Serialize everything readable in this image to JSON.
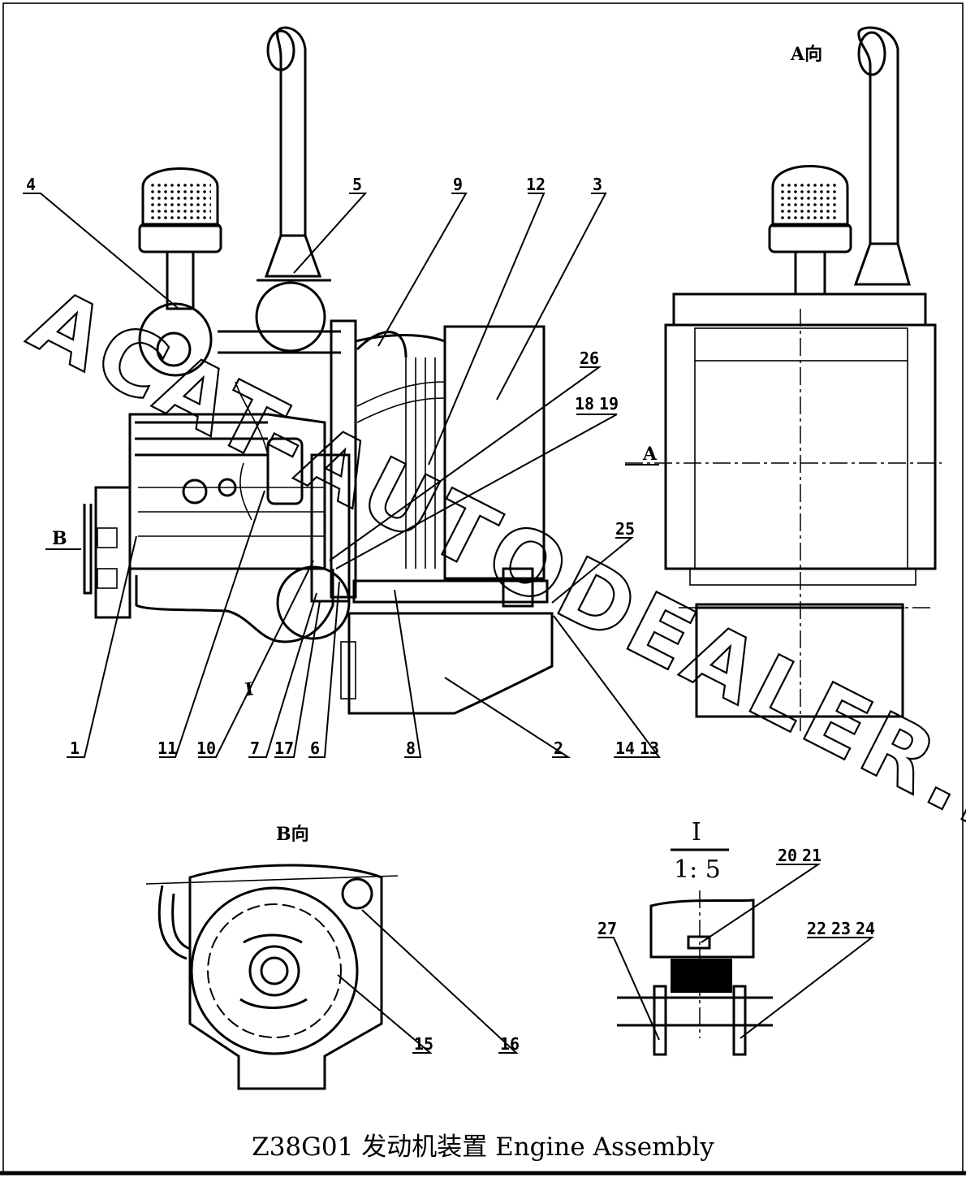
{
  "title": "Z38G01 发动机装置 Engine Assembly",
  "watermark": "ACAT-AUTODEALER.RU",
  "views": {
    "view_a": "A向",
    "view_b": "B向",
    "marker_a": "A",
    "marker_b": "B",
    "detail_id": "I",
    "detail_scale": "1: 5",
    "detail_marker": "I"
  },
  "callouts": {
    "c1": "1",
    "c2": "2",
    "c3": "3",
    "c4": "4",
    "c5": "5",
    "c6": "6",
    "c7": "7",
    "c8": "8",
    "c9": "9",
    "c10": "10",
    "c11": "11",
    "c12": "12",
    "c13": "13",
    "c14": "14",
    "c15": "15",
    "c16": "16",
    "c17": "17",
    "c18": "18",
    "c19": "19",
    "c20": "20",
    "c21": "21",
    "c22": "22",
    "c23": "23",
    "c24": "24",
    "c25": "25",
    "c26": "26",
    "c27": "27"
  }
}
